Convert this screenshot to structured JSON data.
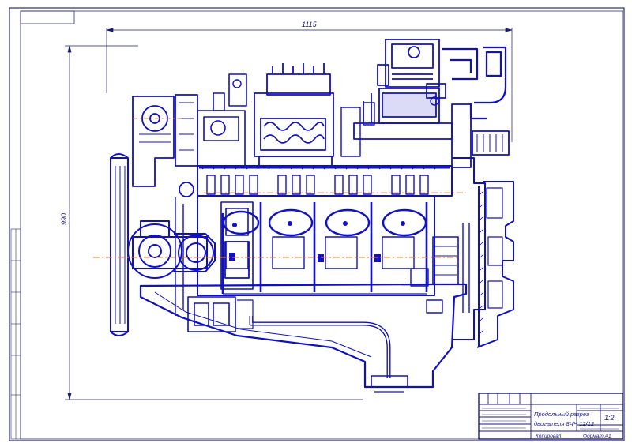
{
  "drawing": {
    "dim_width": "1115",
    "dim_height": "990",
    "title_line1": "Продольный разрез",
    "title_line2": "двигателя 8ЧН 12/12",
    "scale": "1:2",
    "sign_left": "Копировал",
    "sign_right": "Формат А1"
  },
  "colors": {
    "ink": "#1010c8",
    "dark": "#0a0a80",
    "accent": "#ff7a00",
    "frame": "#2a2a7a"
  }
}
